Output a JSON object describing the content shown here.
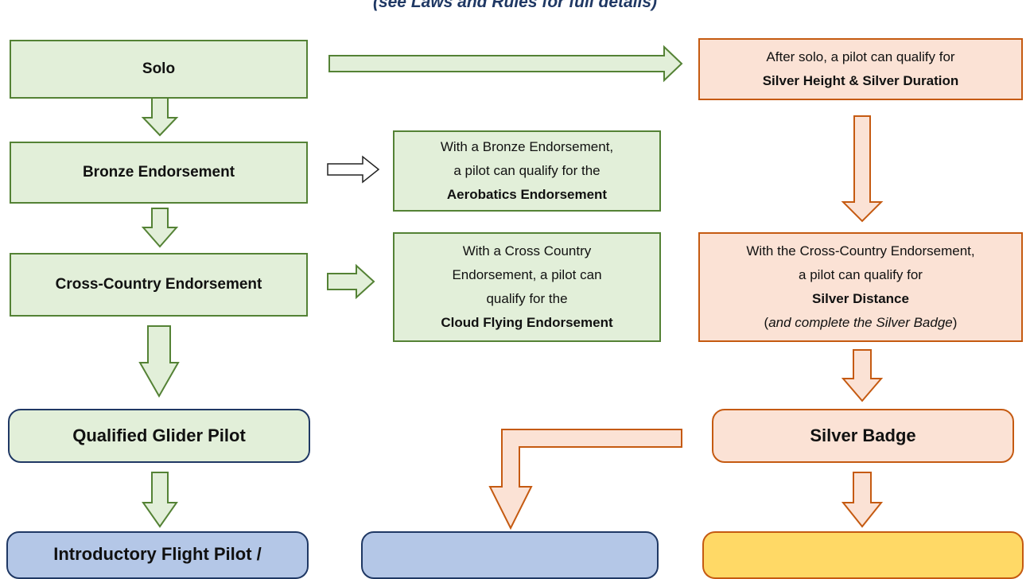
{
  "subtitle": "(see Laws and Rules for full details)",
  "boxes": {
    "solo": "Solo",
    "bronze": "Bronze Endorsement",
    "cross_country": "Cross-Country Endorsement",
    "qualified": "Qualified Glider Pilot",
    "instructor_partial": "Introductory Flight Pilot /",
    "aerobatics": {
      "line1": "With a Bronze Endorsement,",
      "line2": "a  pilot can qualify for the",
      "line3": "Aerobatics Endorsement"
    },
    "cloud": {
      "line1": "With a Cross Country",
      "line2": "Endorsement, a  pilot can",
      "line3": "qualify for the",
      "line4": "Cloud Flying Endorsement"
    },
    "silver_height": {
      "line1": "After solo, a pilot can qualify  for",
      "line2": "Silver Height & Silver Duration"
    },
    "silver_distance": {
      "line1": "With the Cross-Country  Endorsement,",
      "line2": "a pilot can  qualify for",
      "line3": "Silver Distance",
      "line4_open": "(",
      "line4_italic": "and complete the Silver Badge",
      "line4_close": ")"
    },
    "silver_badge": "Silver Badge"
  },
  "colors": {
    "green_fill": "#e2efd9",
    "green_border": "#548235",
    "orange_fill": "#fbe2d5",
    "orange_border": "#c55a11",
    "navy_border": "#1f3864",
    "blue_fill": "#b4c7e7",
    "yellow_fill": "#ffd966"
  }
}
